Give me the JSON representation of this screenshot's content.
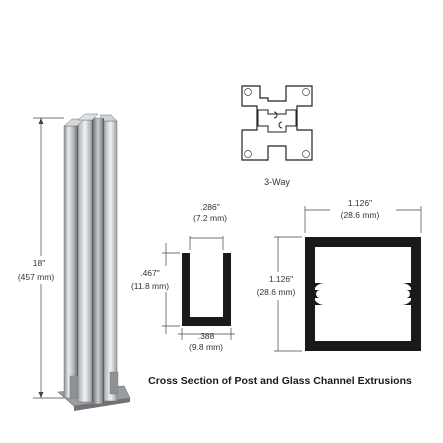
{
  "post_height": {
    "in": "18\"",
    "mm": "(457 mm)"
  },
  "three_way": {
    "label": "3-Way"
  },
  "channel": {
    "width_top": {
      "in": ".286\"",
      "mm": "(7.2 mm)"
    },
    "height": {
      "in": ".467\"",
      "mm": "(11.8 mm)"
    },
    "width_bottom": {
      "in": ".388",
      "mm": "(9.8 mm)"
    }
  },
  "square_post": {
    "width": {
      "in": "1.126\"",
      "mm": "(28.6 mm)"
    },
    "height": {
      "in": "1.126\"",
      "mm": "(28.6 mm)"
    }
  },
  "caption": "Cross Section of Post and Glass Channel Extrusions",
  "colors": {
    "extrusion": "#1a1a1a",
    "metal_light": "#e6e8ea",
    "metal_mid": "#b6babe",
    "metal_dark": "#7d8286"
  }
}
